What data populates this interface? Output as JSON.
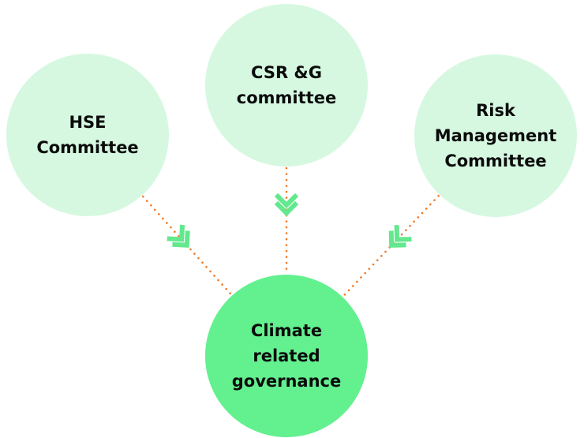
{
  "diagram": {
    "type": "convergence",
    "colors": {
      "source_fill": "#d6f8e1",
      "target_fill": "#63f08f",
      "connector": "#f07a2a",
      "chevron": "#63e88e",
      "text": "#0b0b0b"
    },
    "sources": [
      {
        "id": "hse",
        "lines": [
          "HSE",
          "Committee"
        ]
      },
      {
        "id": "csrg",
        "lines": [
          "CSR &G",
          "committee"
        ]
      },
      {
        "id": "risk",
        "lines": [
          "Risk",
          "Management",
          "Committee"
        ]
      }
    ],
    "target": {
      "id": "climate",
      "lines": [
        "Climate",
        "related",
        "governance"
      ]
    },
    "edges": [
      {
        "from": "hse",
        "to": "climate",
        "style": "dotted",
        "arrow": "double-chevron"
      },
      {
        "from": "csrg",
        "to": "climate",
        "style": "dotted",
        "arrow": "double-chevron"
      },
      {
        "from": "risk",
        "to": "climate",
        "style": "dotted",
        "arrow": "double-chevron"
      }
    ]
  }
}
